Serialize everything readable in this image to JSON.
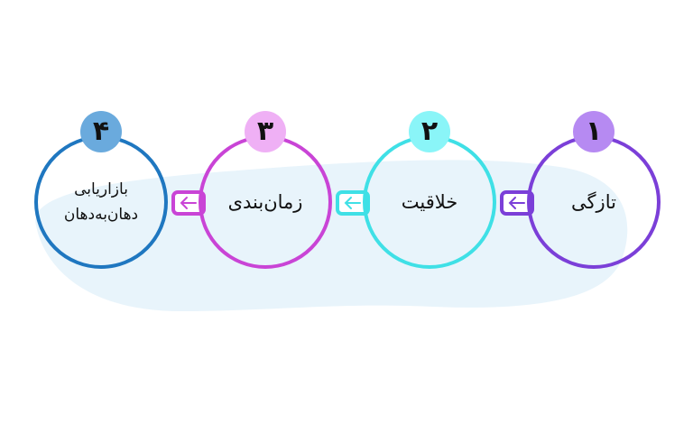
{
  "steps": [
    {
      "number": "۱",
      "label": "تازگی",
      "color": "#7b3fd8",
      "badge_color": "#b68af2"
    },
    {
      "number": "۲",
      "label": "خلاقیت",
      "color": "#3fe0e6",
      "badge_color": "#8af5f8"
    },
    {
      "number": "۳",
      "label": "زمان‌بندی",
      "color": "#c944d6",
      "badge_color": "#efb0f5"
    },
    {
      "number": "۴",
      "label_line1": "بازاریابی",
      "label_line2": "دهان‌به‌دهان",
      "color": "#1f77c0",
      "badge_color": "#6aaadd"
    }
  ],
  "background_color": "#e8f4fb"
}
